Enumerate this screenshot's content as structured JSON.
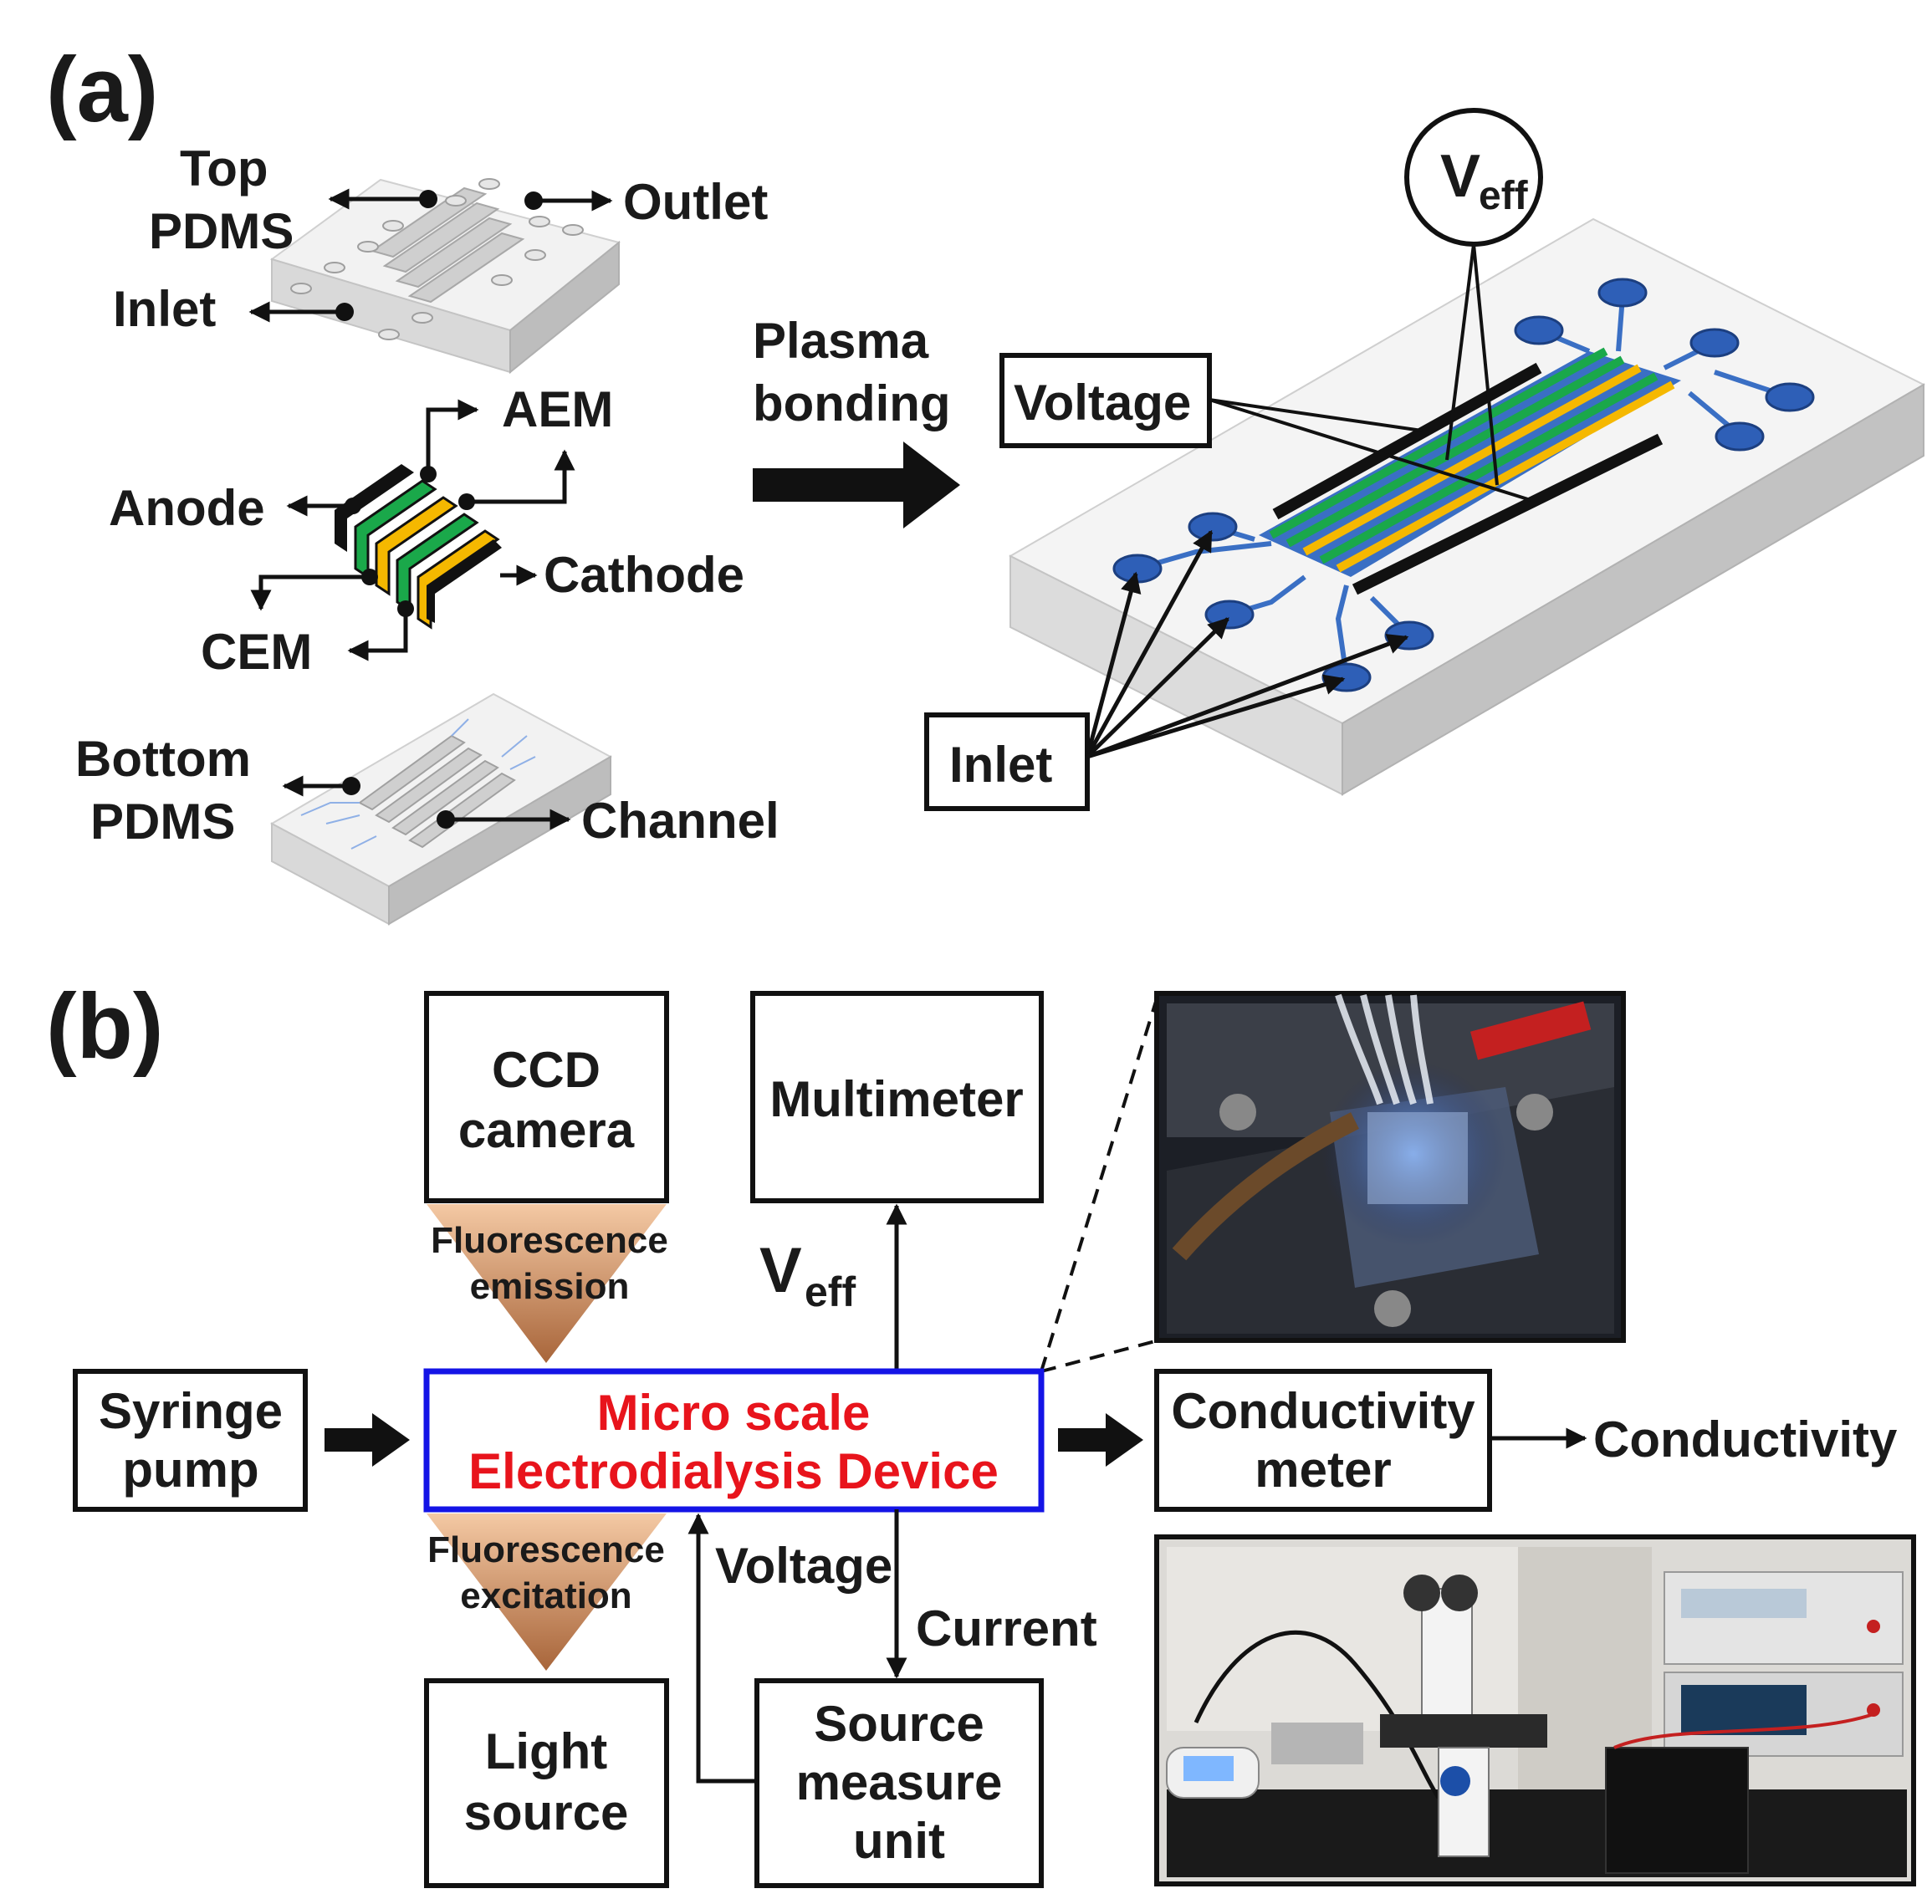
{
  "panel_a": {
    "label": "(a)",
    "top_pdms": [
      "Top",
      "PDMS"
    ],
    "outlet": "Outlet",
    "inlet_left": "Inlet",
    "aem": "AEM",
    "anode": "Anode",
    "cathode": "Cathode",
    "cem": "CEM",
    "bottom_pdms": [
      "Bottom",
      "PDMS"
    ],
    "channel": "Channel",
    "plasma": [
      "Plasma",
      "bonding"
    ],
    "voltage": "Voltage",
    "veff_main": "V",
    "veff_sub": "eff",
    "inlet_right": "Inlet"
  },
  "panel_b": {
    "label": "(b)",
    "ccd": [
      "CCD",
      "camera"
    ],
    "multimeter": "Multimeter",
    "fluor_emission": [
      "Fluorescence",
      "emission"
    ],
    "veff_main": "V",
    "veff_sub": "eff",
    "syringe": [
      "Syringe",
      "pump"
    ],
    "device": [
      "Micro scale",
      "Electrodialysis Device"
    ],
    "conductivity_meter": [
      "Conductivity",
      "meter"
    ],
    "conductivity": "Conductivity",
    "fluor_excitation": [
      "Fluorescence",
      "excitation"
    ],
    "voltage": "Voltage",
    "current": "Current",
    "light": [
      "Light",
      "source"
    ],
    "smu": [
      "Source",
      "measure",
      "unit"
    ]
  },
  "colors": {
    "aem_yellow": "#f5b800",
    "cem_green": "#1aa84a",
    "electrode_black": "#111111",
    "channel_blue": "#3a6fc4",
    "device_border_blue": "#1414e6",
    "device_text_red": "#e8141c",
    "cone_copper": "#c98a5a"
  }
}
